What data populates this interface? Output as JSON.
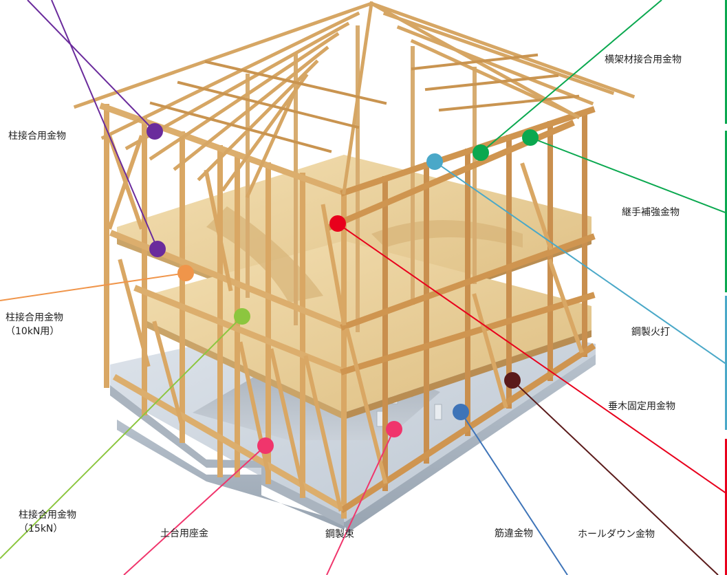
{
  "labels": {
    "yokogai": "横架材接合用金物",
    "hashira_top": "柱接合用金物",
    "tsugite": "継手補強金物",
    "hiuchi": "鋼製火打",
    "hashira_10kn_1": "柱接合用金物",
    "hashira_10kn_2": "（10kN用）",
    "taruki": "垂木固定用金物",
    "hashira_15kn_1": "柱接合用金物",
    "hashira_15kn_2": "（15kN）",
    "holdown": "ホールダウン金物",
    "dodai": "土台用座金",
    "kouseizuka": "鋼製束",
    "sujikai": "筋違金物"
  },
  "colors": {
    "purple": "#6a2b9c",
    "green": "#0aa84f",
    "cyan": "#4aa8c8",
    "red": "#e8001c",
    "orange": "#f0954a",
    "light_green": "#8cc63f",
    "brown": "#5a1a1a",
    "blue": "#3e74b8",
    "pink": "#f0356c",
    "wood": "#d9a764",
    "wood_dark": "#b98340",
    "plywood": "#e8cf9a",
    "concrete": "#c3ccd6"
  }
}
